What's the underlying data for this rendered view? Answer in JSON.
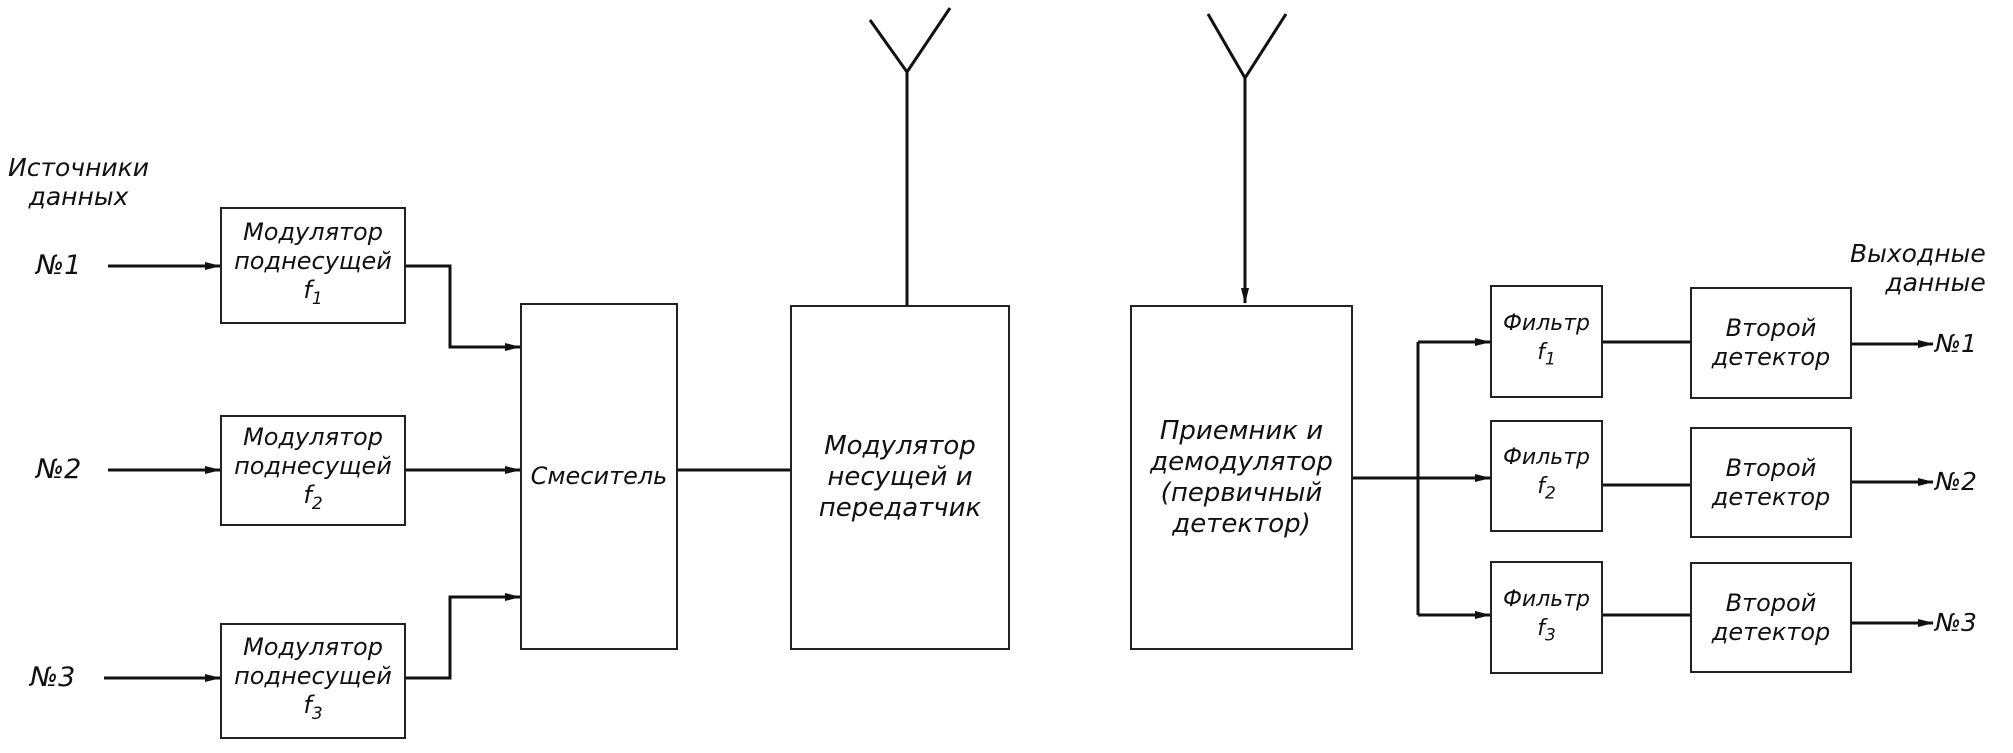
{
  "sources": {
    "header_line1": "Источники",
    "header_line2": "данных",
    "in1": "№1",
    "in2": "№2",
    "in3": "№3"
  },
  "outputs": {
    "header_line1": "Выходные",
    "header_line2": "данные",
    "out1": "№1",
    "out2": "№2",
    "out3": "№3"
  },
  "modulators": [
    {
      "line1": "Модулятор",
      "line2": "поднесущей",
      "freq": "f",
      "index": "1"
    },
    {
      "line1": "Модулятор",
      "line2": "поднесущей",
      "freq": "f",
      "index": "2"
    },
    {
      "line1": "Модулятор",
      "line2": "поднесущей",
      "freq": "f",
      "index": "3"
    }
  ],
  "mixer": {
    "label": "Смеситель"
  },
  "transmitter": {
    "line1": "Модулятор",
    "line2": "несущей и",
    "line3": "передатчик"
  },
  "receiver": {
    "line1": "Приемник и",
    "line2": "демодулятор",
    "line3": "(первичный",
    "line4": "детектор)"
  },
  "filters": [
    {
      "line1": "Фильтр",
      "freq": "f",
      "index": "1"
    },
    {
      "line1": "Фильтр",
      "freq": "f",
      "index": "2"
    },
    {
      "line1": "Фильтр",
      "freq": "f",
      "index": "3"
    }
  ],
  "detectors": [
    {
      "line1": "Второй",
      "line2": "детектор"
    },
    {
      "line1": "Второй",
      "line2": "детектор"
    },
    {
      "line1": "Второй",
      "line2": "детектор"
    }
  ]
}
